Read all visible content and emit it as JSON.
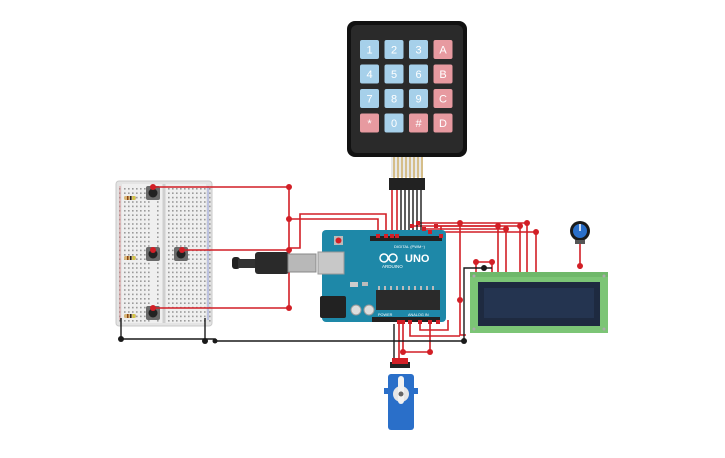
{
  "keypad": {
    "keys": [
      "1",
      "2",
      "3",
      "A",
      "4",
      "5",
      "6",
      "B",
      "7",
      "8",
      "9",
      "C",
      "*",
      "0",
      "#",
      "D"
    ]
  },
  "arduino": {
    "model": "UNO",
    "digital_label": "DIGITAL (PWM~)",
    "power_label": "POWER",
    "analog_label": "ANALOG IN",
    "brand": "ARDUINO"
  },
  "colors": {
    "wire_red": "#d21f26",
    "wire_black": "#1a1a1a",
    "board_blue": "#1e88a8",
    "lcd_green": "#7cc576",
    "lcd_screen": "#243450",
    "key_blue": "#a6d0ea",
    "key_red": "#e79aa0",
    "servo_blue": "#2a6fc9"
  },
  "icons": {
    "potentiometer": "potentiometer-icon",
    "usb_plug": "usb-cable-icon",
    "servo": "servo-motor-icon",
    "logo": "arduino-infinity-logo"
  }
}
